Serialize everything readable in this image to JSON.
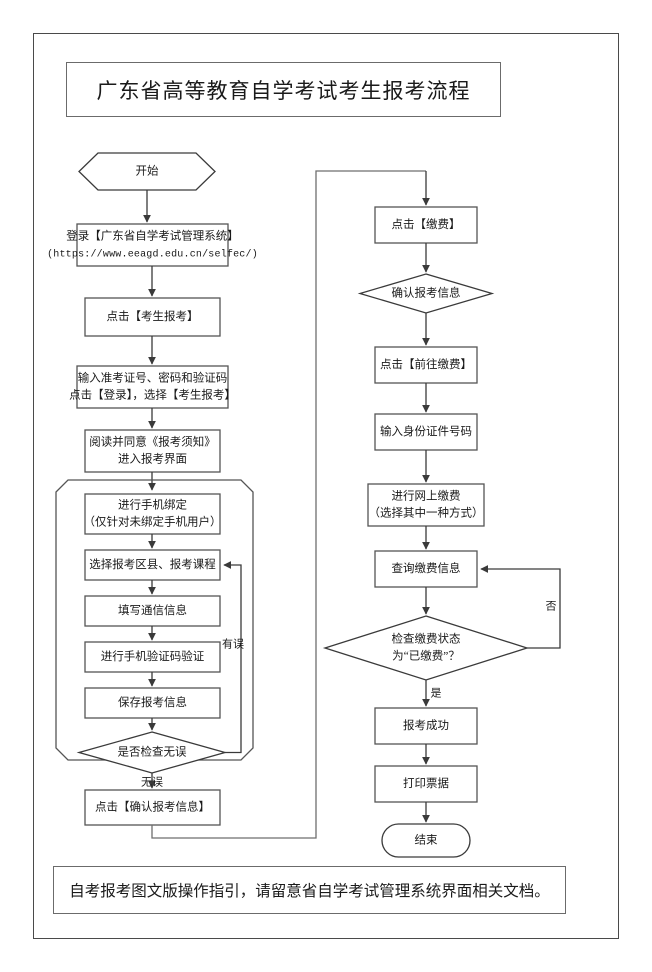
{
  "document": {
    "title": "广东省高等教育自学考试考生报考流程",
    "footer_note": "自考报考图文版操作指引，请留意省自学考试管理系统界面相关文档。"
  },
  "flowchart": {
    "left_column": {
      "start": {
        "label": "开始",
        "shape": "hexagon"
      },
      "steps": [
        {
          "id": "login",
          "shape": "process",
          "line1": "登录【广东省自学考试管理系统】",
          "line2": "(https://www.eeagd.edu.cn/selfec/)"
        },
        {
          "id": "click-exam-registration",
          "shape": "process",
          "line1": "点击【考生报考】"
        },
        {
          "id": "enter-credentials",
          "shape": "process",
          "line1": "输入准考证号、密码和验证码",
          "line2": "点击【登录】，选择【考生报考】"
        },
        {
          "id": "read-notice",
          "shape": "process",
          "line1": "阅读并同意《报考须知》",
          "line2": "进入报考界面"
        }
      ],
      "group": {
        "id": "registration-subprocess",
        "steps": [
          {
            "id": "bind-phone",
            "shape": "process",
            "line1": "进行手机绑定",
            "line2": "（仅针对未绑定手机用户）"
          },
          {
            "id": "select-district-course",
            "shape": "process",
            "line1": "选择报考区县、报考课程"
          },
          {
            "id": "fill-contact-info",
            "shape": "process",
            "line1": "填写通信信息"
          },
          {
            "id": "verify-sms-code",
            "shape": "process",
            "line1": "进行手机验证码验证"
          },
          {
            "id": "save-registration",
            "shape": "process",
            "line1": "保存报考信息"
          }
        ],
        "decision": {
          "id": "check-correct",
          "shape": "diamond",
          "label": "是否检查无误",
          "branch_no": "有误",
          "branch_yes": "无误"
        }
      },
      "confirm": {
        "id": "confirm-registration",
        "shape": "process",
        "line1": "点击【确认报考信息】"
      }
    },
    "right_column": {
      "steps_top": [
        {
          "id": "click-payment",
          "shape": "process",
          "line1": "点击【缴费】"
        }
      ],
      "confirm_decision": {
        "id": "confirm-registration-info",
        "shape": "diamond",
        "label": "确认报考信息"
      },
      "steps_mid": [
        {
          "id": "go-to-payment",
          "shape": "process",
          "line1": "点击【前往缴费】"
        },
        {
          "id": "enter-id-number",
          "shape": "process",
          "line1": "输入身份证件号码"
        },
        {
          "id": "online-payment",
          "shape": "process",
          "line1": "进行网上缴费",
          "line2": "（选择其中一种方式）"
        },
        {
          "id": "query-payment-info",
          "shape": "process",
          "line1": "查询缴费信息"
        }
      ],
      "payment_decision": {
        "id": "check-payment-status",
        "shape": "diamond",
        "line1": "检查缴费状态",
        "line2": "为“已缴费”？",
        "branch_no": "否",
        "branch_yes": "是"
      },
      "steps_bottom": [
        {
          "id": "registration-success",
          "shape": "process",
          "line1": "报考成功"
        },
        {
          "id": "print-receipt",
          "shape": "process",
          "line1": "打印票据"
        }
      ],
      "end": {
        "label": "结束",
        "shape": "stadium"
      }
    }
  },
  "colors": {
    "border": "#4a4a4a",
    "node_stroke": "#555555",
    "connector": "#3a3a3a",
    "text": "#1a1a1a",
    "background": "#ffffff"
  }
}
